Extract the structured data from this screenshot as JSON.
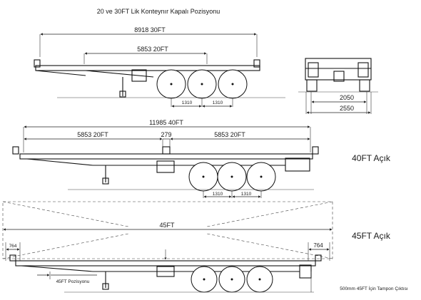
{
  "title": "20 ve 30FT Lik Konteynır Kapalı Pozisyonu",
  "top_view": {
    "length_30ft": "8918 30FT",
    "length_20ft": "5853 20FT",
    "axle_spacing": [
      "1310",
      "1310"
    ]
  },
  "rear_view": {
    "inner_width": "2050",
    "outer_width": "2550"
  },
  "middle_view": {
    "total": "11985 40FT",
    "left_20ft": "5853 20FT",
    "gap": "279",
    "right_20ft": "5853 20FT",
    "axle_spacing": [
      "1310",
      "1310"
    ],
    "label": "40FT Açık"
  },
  "bottom_view": {
    "container_length": "45FT",
    "left_overhang": "764",
    "right_overhang": "764",
    "position_label": "45FT Pozisyonu",
    "bumper_note": "500mm 45FT İçin Tampon Çıktısı",
    "label": "45FT Açık"
  }
}
